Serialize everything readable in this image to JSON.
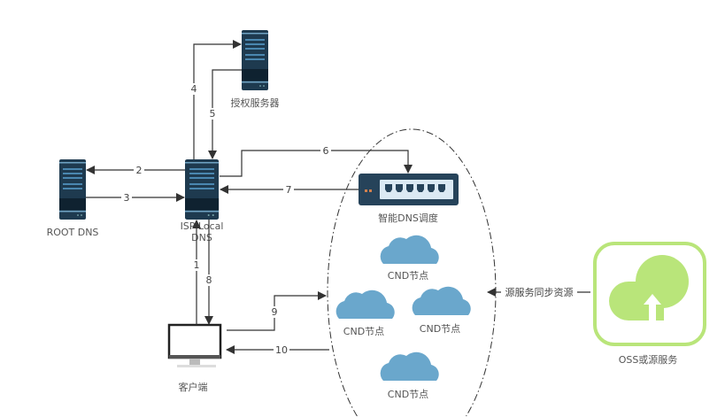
{
  "nodes": {
    "auth_server": "授权服务器",
    "root_dns": "ROOT DNS",
    "isp_dns_line1": "ISP Local",
    "isp_dns_line2": "DNS",
    "smart_dns": "智能DNS调度",
    "cdn_nodes": [
      "CND节点",
      "CND节点",
      "CND节点",
      "CND节点"
    ],
    "client": "客户端",
    "oss": "OSS或源服务"
  },
  "edges": {
    "e1": "1",
    "e2": "2",
    "e3": "3",
    "e4": "4",
    "e5": "5",
    "e6": "6",
    "e7": "7",
    "e8": "8",
    "e9": "9",
    "e10": "10",
    "sync": "源服务同步资源"
  },
  "colors": {
    "server": "#1e3a4f",
    "cloud": "#6aa7cc",
    "oss": "#b9e57a",
    "line": "#333333"
  }
}
